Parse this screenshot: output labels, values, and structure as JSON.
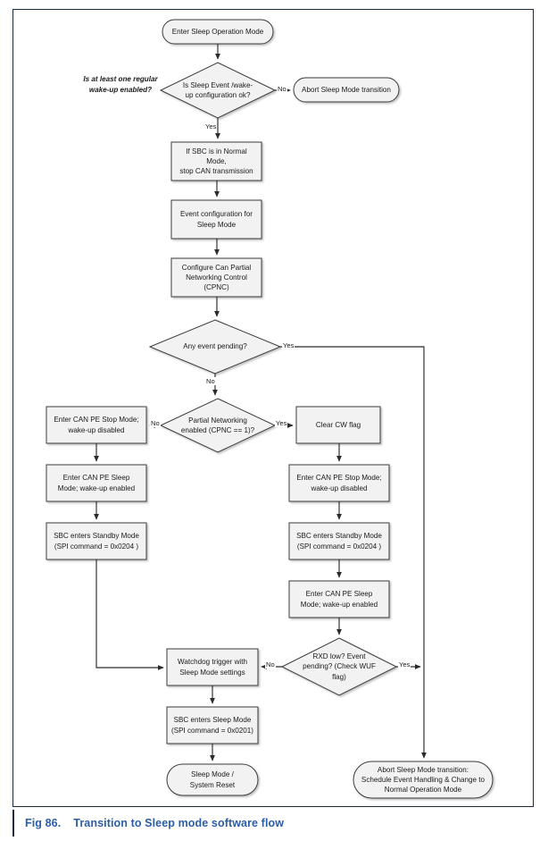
{
  "figure": {
    "caption_label": "Fig 86.",
    "caption_title": "Transition to Sleep mode software flow"
  },
  "annotations": {
    "wakeup_note": "Is at least one regular\nwake-up enabled?"
  },
  "edge_labels": {
    "config_no": "No",
    "config_yes": "Yes",
    "any_event_yes": "Yes",
    "any_event_no": "No",
    "cpnc_no": "No",
    "cpnc_yes": "Yes",
    "rxd_no": "No",
    "rxd_yes": "Yes"
  },
  "nodes": {
    "start": {
      "label": "Enter Sleep Operation Mode",
      "shape": "terminator"
    },
    "check_config": {
      "label": "Is Sleep Event /wake-\nup configuration ok?",
      "shape": "decision"
    },
    "abort_top": {
      "label": "Abort Sleep Mode transition",
      "shape": "terminator"
    },
    "stop_can": {
      "label": "If SBC is in Normal Mode,\nstop CAN transmission",
      "shape": "process"
    },
    "event_config": {
      "label": "Event configuration for\nSleep Mode",
      "shape": "process"
    },
    "configure_cpnc": {
      "label": "Configure Can Partial\nNetworking Control\n(CPNC)",
      "shape": "process"
    },
    "any_event_pending": {
      "label": "Any event pending?",
      "shape": "decision"
    },
    "pn_enabled": {
      "label": "Partial Networking\nenabled (CPNC == 1)?",
      "shape": "decision"
    },
    "left_stop_mode": {
      "label": "Enter CAN PE Stop Mode;\nwake-up disabled",
      "shape": "process"
    },
    "left_sleep_mode": {
      "label": "Enter CAN PE Sleep\nMode; wake-up enabled",
      "shape": "process"
    },
    "left_standby": {
      "label": "SBC enters Standby Mode\n(SPI command = 0x0204 )",
      "shape": "process"
    },
    "clear_cw_flag": {
      "label": "Clear CW flag",
      "shape": "process"
    },
    "right_stop_mode": {
      "label": "Enter CAN PE Stop Mode;\nwake-up disabled",
      "shape": "process"
    },
    "right_standby": {
      "label": "SBC enters Standby Mode\n(SPI command = 0x0204 )",
      "shape": "process"
    },
    "right_sleep_mode": {
      "label": "Enter CAN PE Sleep\nMode; wake-up enabled",
      "shape": "process"
    },
    "rxd_check": {
      "label": "RXD low? Event\npending? (Check WUF\nflag)",
      "shape": "decision"
    },
    "watchdog": {
      "label": "Watchdog trigger with\nSleep Mode settings",
      "shape": "process"
    },
    "sbc_sleep": {
      "label": "SBC enters Sleep Mode\n(SPI command = 0x0201)",
      "shape": "process"
    },
    "sleep_reset": {
      "label": "Sleep Mode /\nSystem Reset",
      "shape": "terminator"
    },
    "abort_bottom": {
      "label": "Abort Sleep Mode transition:\nSchedule Event Handling & Change to\nNormal Operation Mode",
      "shape": "terminator"
    }
  },
  "colors": {
    "node_fill": "#f2f2f2",
    "node_stroke": "#3a3a3a",
    "connector": "#2b2b2b",
    "frame": "#1b2a3d",
    "caption": "#2b5ea7"
  }
}
